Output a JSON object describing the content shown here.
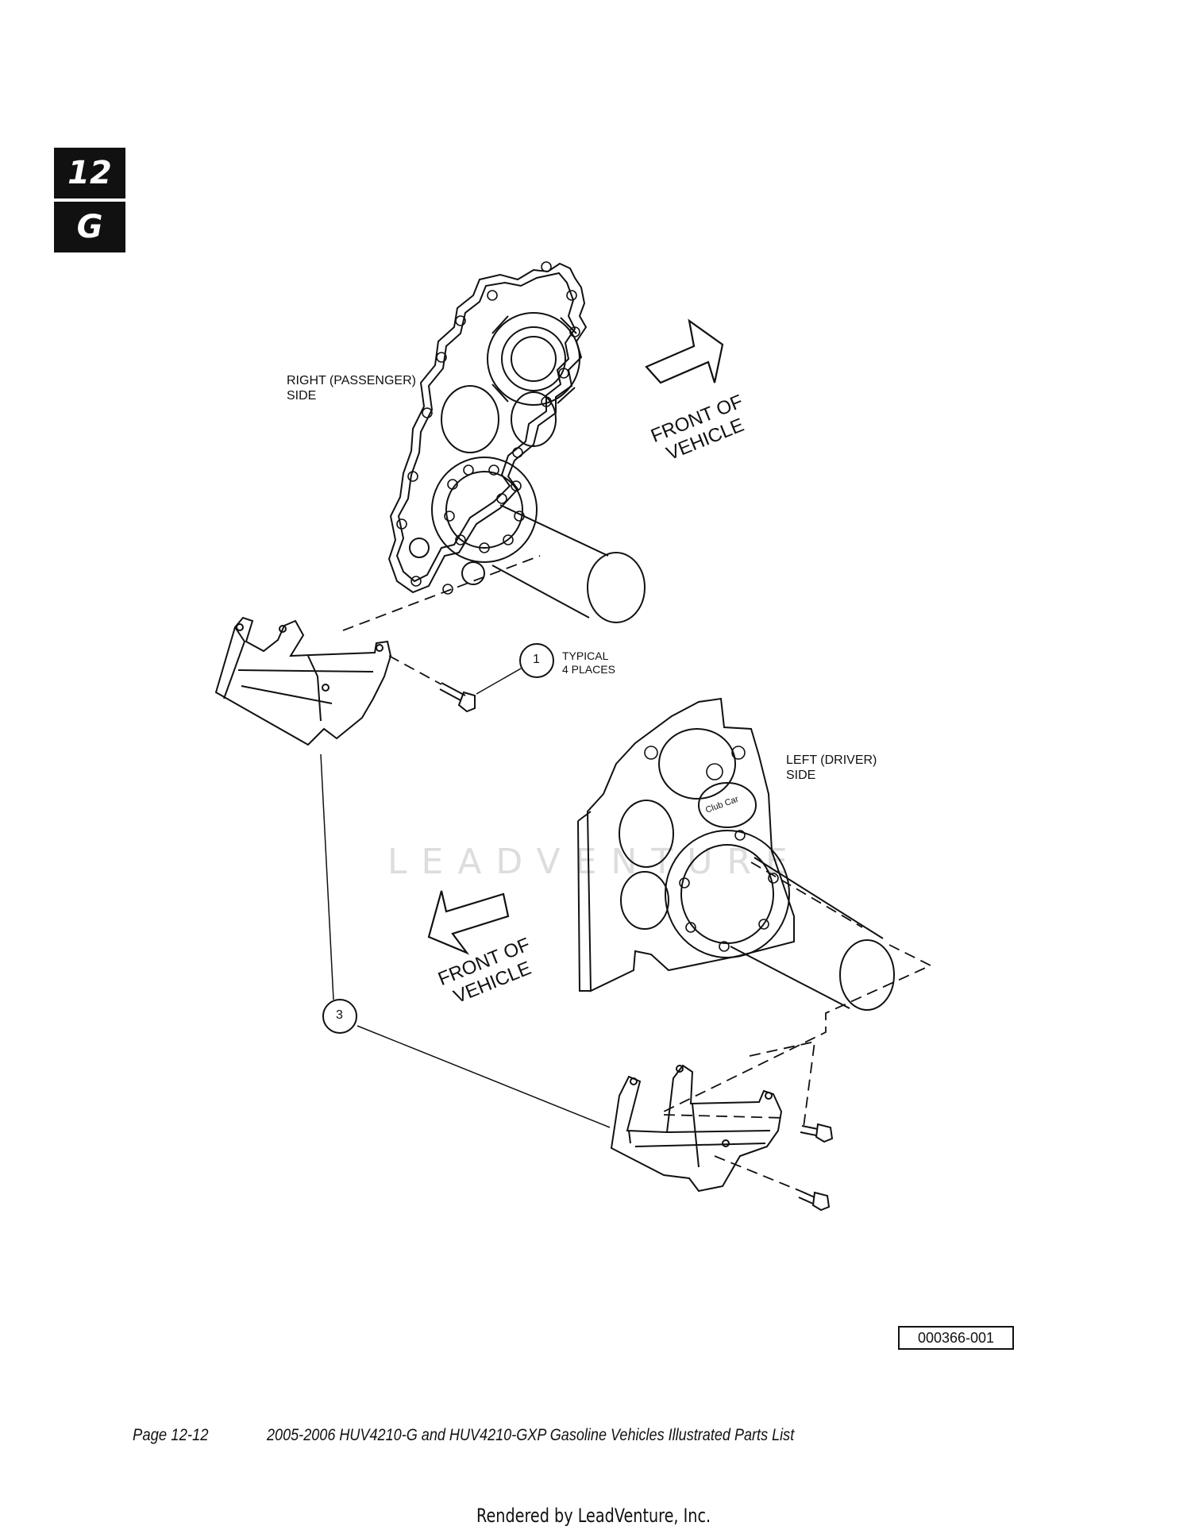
{
  "section_tabs": {
    "number": "12",
    "letter": "G"
  },
  "labels": {
    "right_side": "RIGHT (PASSENGER)\nSIDE",
    "left_side": "LEFT (DRIVER)\nSIDE",
    "front_top": "FRONT OF\nVEHICLE",
    "front_bottom": "FRONT OF\nVEHICLE",
    "typical": "TYPICAL\n4 PLACES"
  },
  "callouts": {
    "item1": "1",
    "item3": "3"
  },
  "figure_number": "000366-001",
  "footer": {
    "page": "Page 12-12",
    "title": "2005-2006 HUV4210-G and HUV4210-GXP Gasoline Vehicles Illustrated Parts List",
    "rendered_by": "Rendered by LeadVenture, Inc."
  },
  "watermark": "LEADVENTURE",
  "logo_text": "Club Car"
}
